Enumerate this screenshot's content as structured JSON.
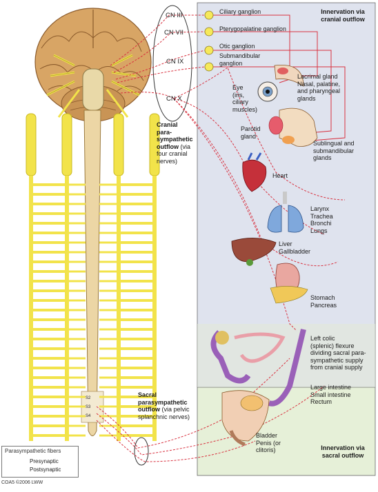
{
  "cranial_nerves": [
    "CN III",
    "CN VII",
    "CN IX",
    "CN X"
  ],
  "ganglia": [
    "Ciliary ganglion",
    "Pterygopalatine ganglion",
    "Otic ganglion",
    "Submandibular\nganglion"
  ],
  "organs": {
    "lacrimal": "Lacrimal gland\nNasal, palatine,\nand pharyngeal\nglands",
    "eye": "Eye\n(iris,\nciliary\nmuscles)",
    "parotid": "Parotid\ngland",
    "sublingual": "Sublingual and\nsubmandibular\nglands",
    "heart": "Heart",
    "lungs": "Larynx\nTrachea\nBronchi\nLungs",
    "liver": "Liver\nGallbladder",
    "stomach": "Stomach\nPancreas",
    "colic": "Left colic\n(splenic) flexure\ndividing sacral para-\nsympathetic supply\nfrom cranial supply",
    "intestine": "Large intestine\nSmall intestine\nRectum",
    "bladder": "Bladder\nPenis (or\nclitoris)"
  },
  "headings": {
    "cranial_outflow": "Innervation via\ncranial outflow",
    "sacral_outflow": "Innervation via\nsacral outflow"
  },
  "outflow_labels": {
    "cranial_title": "Cranial\npara-\nsympathetic\noutflow",
    "cranial_note": " (via\nfour cranial\nnerves)",
    "sacral_title": "Sacral\nparasympathetic\noutflow",
    "sacral_note": " (via pelvic\nsplanchnic nerves)"
  },
  "sacral_segments": [
    "S2",
    "S3",
    "S4"
  ],
  "legend": {
    "title": "Parasympathetic fibers",
    "presynaptic": "Presynaptic",
    "postsynaptic": "Postsynaptic"
  },
  "credit": "COA5 ©2006 LWW",
  "colors": {
    "presynaptic": "#d8303e",
    "postsynaptic": "#d8303e",
    "cranial_panel": "#dfe3ee",
    "sacral_panel": "#e6f0d8",
    "nerve": "#f2e34a",
    "brain": "#d8a565"
  }
}
